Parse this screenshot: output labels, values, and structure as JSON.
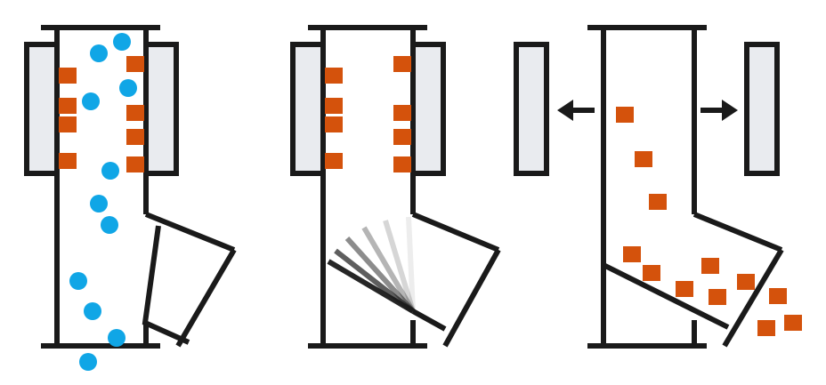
{
  "diagram": {
    "panels": [
      {
        "id": "panel-1",
        "state": "magnets-on-flow-passing"
      },
      {
        "id": "panel-2",
        "state": "flap-swinging-to-divert"
      },
      {
        "id": "panel-3",
        "state": "magnets-retracted-particles-discharged"
      }
    ],
    "colors": {
      "outline": "#1a1a1a",
      "magnet_fill": "#e9ebef",
      "metal_particle": "#d4520c",
      "material_flow": "#10a6e6",
      "background": "#ffffff"
    },
    "icons": [
      "arrow-left-icon",
      "arrow-right-icon"
    ]
  }
}
